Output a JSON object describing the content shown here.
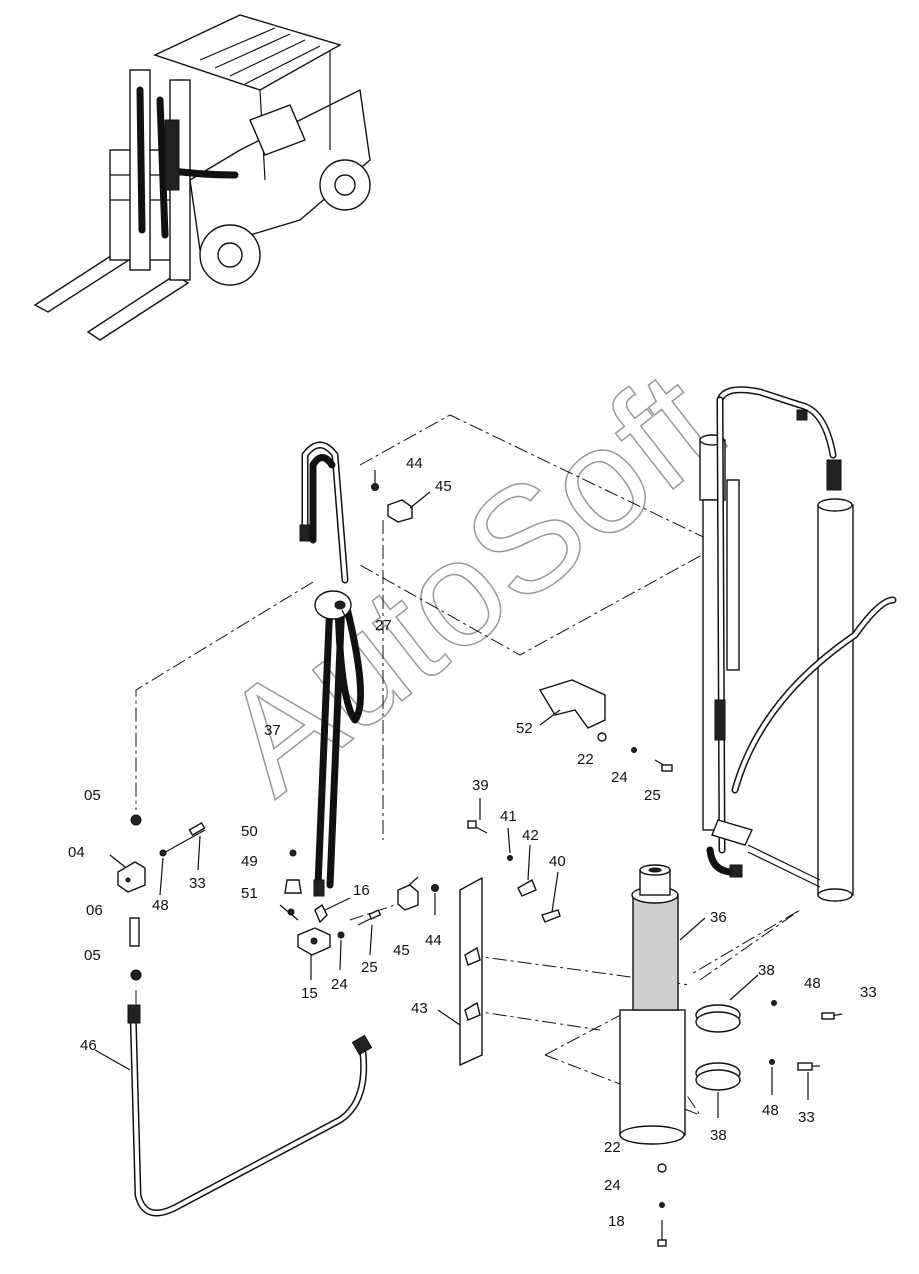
{
  "watermark": "AutoSoft",
  "callouts": {
    "c05a": "05",
    "c04": "04",
    "c06": "06",
    "c05b": "05",
    "c46": "46",
    "c48a": "48",
    "c33a": "33",
    "c50": "50",
    "c49": "49",
    "c51": "51",
    "c15": "15",
    "c24a": "24",
    "c25a": "25",
    "c16": "16",
    "c45a": "45",
    "c44a": "44",
    "c37": "37",
    "c27": "27",
    "c44b": "44",
    "c45b": "45",
    "c52": "52",
    "c22a": "22",
    "c24b": "24",
    "c25b": "25",
    "c39": "39",
    "c41": "41",
    "c42": "42",
    "c40": "40",
    "c43": "43",
    "c36": "36",
    "c38a": "38",
    "c48b": "48",
    "c33b": "33",
    "c38b": "38",
    "c48c": "48",
    "c33c": "33",
    "c22b": "22",
    "c24c": "24",
    "c18": "18"
  }
}
